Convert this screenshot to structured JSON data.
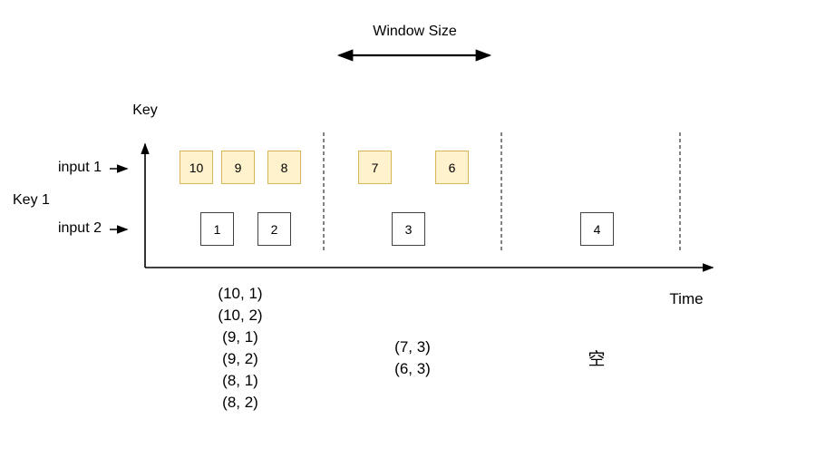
{
  "header": {
    "window_size_label": "Window Size"
  },
  "axis": {
    "y_title": "Key",
    "x_title": "Time"
  },
  "rows": {
    "input1_label": "input 1",
    "key_label": "Key 1",
    "input2_label": "input 2"
  },
  "events": {
    "input1": [
      "10",
      "9",
      "8",
      "7",
      "6"
    ],
    "input2": [
      "1",
      "2",
      "3",
      "4"
    ]
  },
  "results": {
    "window1": [
      "(10, 1)",
      "(10, 2)",
      "(9, 1)",
      "(9, 2)",
      "(8, 1)",
      "(8, 2)"
    ],
    "window2": [
      "(7, 3)",
      "(6, 3)"
    ],
    "window3": "空"
  },
  "colors": {
    "input1_fill": "#FFF2CC",
    "input1_border": "#D6B656",
    "input2_fill": "#FFFFFF",
    "input2_border": "#424242",
    "axis_line": "#000000",
    "window_boundary_dash": "#595959"
  }
}
